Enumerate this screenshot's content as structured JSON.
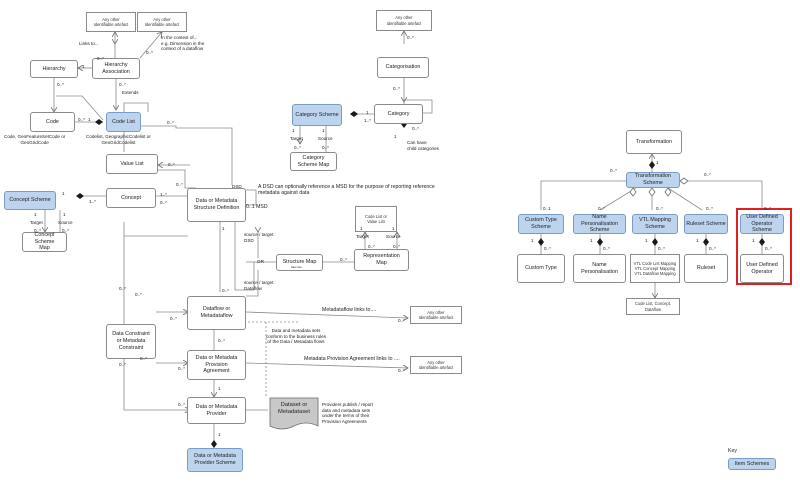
{
  "boxes": {
    "any_other_1": "Any other\nIdentifiable artefact",
    "any_other_2": "Any other\nIdentifiable artefact",
    "hierarchy_association": "Hierarchy\nAssociation",
    "hierarchy": "Hierarchy",
    "code": "Code",
    "code_list": "Code List",
    "value_list": "Value List",
    "concept_scheme": "Concept Scheme",
    "concept": "Concept",
    "concept_scheme_map": "Concept Scheme\nMap",
    "dsd": "Data or Metadata\nStructure Definition",
    "structure_map": "Structure Map",
    "representation_map": "Representation\nMap",
    "code_list_or_value_list": "Code List or\nValue List",
    "dataflow": "Dataflow or\nMetadataflow",
    "data_constraint": "Data Constraint\nor Metadata\nConstraint",
    "provision_agreement": "Data or Metadata\nProvision\nAgreement",
    "provider": "Data or Metadata\nProvider",
    "provider_scheme": "Data  or Metadata\nProvider Scheme",
    "dataset": "Dataset or\nMetadataset",
    "any_other_3": "Any other\nIdentifiable artefact",
    "any_other_4": "Any other\nIdentifiable artefact",
    "any_other_5": "Any other\nIdentifiable artefact",
    "categorisation": "Categorisation",
    "category": "Category",
    "category_scheme": "Category Scheme",
    "category_scheme_map": "Category\nScheme Map",
    "transformation": "Transformation",
    "transformation_scheme": "Transformation\nScheme",
    "custom_type_scheme": "Custom Type\nScheme",
    "name_personalisation_scheme": "Name Personalisation\nScheme",
    "vtl_mapping_scheme": "VTL Mapping\nScheme",
    "ruleset_scheme": "Ruleset Scheme",
    "udo_scheme": "User Defined\nOperator Scheme",
    "custom_type": "Custom Type",
    "name_personalisation": "Name\nPersonalisation",
    "vtl_mappings": "VTL Code List Mapping\nVTL Concept Mapping\nVTL Dataflow Mapping",
    "ruleset": "Ruleset",
    "udo": "User Defined\nOperator",
    "vtl_targets": "Code List, Concept,\nDataflow",
    "key_item": "Item Schemes"
  },
  "labels": {
    "links_to": "Links to...",
    "context_note": "In the context of...\ne.g. Dimension in the\ncontext of a dataflow",
    "extends": "Extends",
    "code_examples": "Code, GeoFeatureSetCode or\nGeoGridCode",
    "codelist_examples": "Codelist, GeographicCodelist or\nGeoGridCodelist",
    "dsd_note": "A DSD can optionally reference a MSD for the purpose of reporting reference\nmetadata against data",
    "dsd_tag": "DSD",
    "msd_tag": "0..1 MSD",
    "source_target_dsd": "source / target\nDSD",
    "source_target_dataflow": "source / target\nDataflow",
    "or": "OR",
    "has_rule": "has rule",
    "metadataflow_links": "Metadataflow links to....",
    "provision_links": "Metadata Provision Agreement links to ....",
    "conform_note": "Data and metadata sets\nconform to the business rules\nof the Data / Metadata flows",
    "providers_note": "Providers publish / report\ndata and metadata sets\nunder the terms of their\nProvision Agreements",
    "child_categories": "Can have\nchild categories",
    "key": "Key",
    "target": "Target",
    "source": "Source"
  },
  "multiplicities": {
    "one": "1",
    "zero_many": "0..*",
    "one_many": "1..*",
    "zero_one": "0..1"
  },
  "colors": {
    "item_scheme": "#bcd4ee",
    "line": "#8a8a8a",
    "highlight": "#e02020",
    "dataset": "#c8c8c8"
  }
}
